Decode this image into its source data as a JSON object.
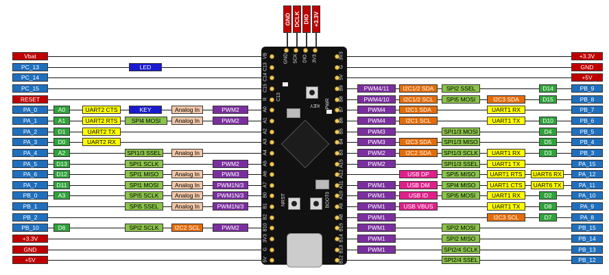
{
  "colors": {
    "red": "#c00000",
    "blue": "#1f6fbd",
    "navy": "#1a1ad0",
    "green": "#2fa23a",
    "yellow": "#ffff00",
    "peach": "#f2c7a8",
    "purple": "#7b2f9e",
    "orange": "#e36c09",
    "magenta": "#e0208a",
    "lime": "#8bc34a"
  },
  "top_header": [
    "GND",
    "DCLK",
    "DIO",
    "+3.3V"
  ],
  "board": {
    "silk_left": [
      "VB",
      "C13",
      "C14",
      "C15",
      "R",
      "A0",
      "A1",
      "A2",
      "A3",
      "A4",
      "A5",
      "A6",
      "A7",
      "B0",
      "B1",
      "B2",
      "B10",
      "3V3",
      "G",
      "5V"
    ],
    "silk_right": [
      "3V3",
      "G",
      "5V",
      "B9",
      "B8",
      "B7",
      "B6",
      "B5",
      "B4",
      "B3",
      "A15",
      "A12",
      "A11",
      "A10",
      "A9",
      "A8",
      "B15",
      "B14",
      "B13",
      "B12"
    ],
    "top_silk": [
      "GND",
      "SCK",
      "DIO",
      "3V3"
    ],
    "key_label": "KEY",
    "nrst_label": "NRST",
    "boot_label": "BOOT0",
    "pwr_label": "PWR",
    "c13_label": "C13"
  },
  "left_rows": [
    [
      [
        "Vbat",
        "red"
      ]
    ],
    [
      [
        "PC_13",
        "blue"
      ],
      [
        "LED",
        "navy"
      ]
    ],
    [
      [
        "PC_14",
        "blue"
      ]
    ],
    [
      [
        "PC_15",
        "blue"
      ]
    ],
    [
      [
        "RESET",
        "red"
      ]
    ],
    [
      [
        "PA_0",
        "blue"
      ],
      [
        "A0",
        "green"
      ],
      [
        "UART2 CTS",
        "yellow"
      ],
      [
        "KEY",
        "navy"
      ],
      [
        "Analog In",
        "peach"
      ],
      [
        "PWM2",
        "purple"
      ]
    ],
    [
      [
        "PA_1",
        "blue"
      ],
      [
        "A1",
        "green"
      ],
      [
        "UART2 RTS",
        "yellow"
      ],
      [
        "SPI4 MOSI",
        "lime"
      ],
      [
        "Analog In",
        "peach"
      ],
      [
        "PWM2",
        "purple"
      ]
    ],
    [
      [
        "PA_2",
        "blue"
      ],
      [
        "D1",
        "green"
      ],
      [
        "UART2 TX",
        "yellow"
      ]
    ],
    [
      [
        "PA_3",
        "blue"
      ],
      [
        "D0",
        "green"
      ],
      [
        "UART2 RX",
        "yellow"
      ]
    ],
    [
      [
        "PA_4",
        "blue"
      ],
      [
        "A2",
        "green"
      ],
      [
        "SPI1/3 SSEL",
        "lime"
      ],
      [
        "Analog In",
        "peach"
      ]
    ],
    [
      [
        "PA_5",
        "blue"
      ],
      [
        "D13",
        "green"
      ],
      [
        "SPI1 SCLK",
        "lime"
      ],
      [
        "PWM2",
        "purple"
      ]
    ],
    [
      [
        "PA_6",
        "blue"
      ],
      [
        "D12",
        "green"
      ],
      [
        "SPI1 MISO",
        "lime"
      ],
      [
        "Analog In",
        "peach"
      ],
      [
        "PWM3",
        "purple"
      ]
    ],
    [
      [
        "PA_7",
        "blue"
      ],
      [
        "D11",
        "green"
      ],
      [
        "SPI1 MOSI",
        "lime"
      ],
      [
        "Analog In",
        "peach"
      ],
      [
        "PWM1N/3",
        "purple"
      ]
    ],
    [
      [
        "PB_0",
        "blue"
      ],
      [
        "A3",
        "green"
      ],
      [
        "SPI5 SCLK",
        "lime"
      ],
      [
        "Analog In",
        "peach"
      ],
      [
        "PWM1N/3",
        "purple"
      ]
    ],
    [
      [
        "PB_1",
        "blue"
      ],
      [
        "SPI5 SSEL",
        "lime"
      ],
      [
        "Analog In",
        "peach"
      ],
      [
        "PWM1N/3",
        "purple"
      ]
    ],
    [
      [
        "PB_2",
        "blue"
      ]
    ],
    [
      [
        "PB_10",
        "blue"
      ],
      [
        "D6",
        "green"
      ],
      [
        "SPI2 SCLK",
        "lime"
      ],
      [
        "I2C2 SCL",
        "orange"
      ],
      [
        "PWM2",
        "purple"
      ]
    ],
    [
      [
        "+3.3V",
        "red"
      ]
    ],
    [
      [
        "GND",
        "red"
      ]
    ],
    [
      [
        "+5V",
        "red"
      ]
    ]
  ],
  "right_rows": [
    [
      [
        "+3.3V",
        "red"
      ]
    ],
    [
      [
        "GND",
        "red"
      ]
    ],
    [
      [
        "+5V",
        "red"
      ]
    ],
    [
      [
        "PB_9",
        "blue"
      ],
      [
        "D14",
        "green"
      ],
      [
        "SPI2 SSEL",
        "lime"
      ],
      [
        "I2C1/2 SDA",
        "orange"
      ],
      [
        "PWM4/11",
        "purple"
      ]
    ],
    [
      [
        "PB_8",
        "blue"
      ],
      [
        "D15",
        "green"
      ],
      [
        "I2C3 SDA",
        "orange"
      ],
      [
        "SPI5 MOSI",
        "lime"
      ],
      [
        "I2C1/2 SCL",
        "orange"
      ],
      [
        "PWM4/10",
        "purple"
      ]
    ],
    [
      [
        "PB_7",
        "blue"
      ],
      [
        "UART1 RX",
        "yellow"
      ],
      [
        "I2C1 SDA",
        "orange"
      ],
      [
        "PWM4",
        "purple"
      ]
    ],
    [
      [
        "PB_6",
        "blue"
      ],
      [
        "D10",
        "green"
      ],
      [
        "UART1 TX",
        "yellow"
      ],
      [
        "I2C1 SCL",
        "orange"
      ],
      [
        "PWM4",
        "purple"
      ]
    ],
    [
      [
        "PB_5",
        "blue"
      ],
      [
        "D4",
        "green"
      ],
      [
        "SPI1/3 MOSI",
        "lime"
      ],
      [
        "PWM3",
        "purple"
      ]
    ],
    [
      [
        "PB_4",
        "blue"
      ],
      [
        "D5",
        "green"
      ],
      [
        "SPI1/3 MISO",
        "lime"
      ],
      [
        "I2C3 SDA",
        "orange"
      ],
      [
        "PWM3",
        "purple"
      ]
    ],
    [
      [
        "PB_3",
        "blue"
      ],
      [
        "D3",
        "green"
      ],
      [
        "UART1 RX",
        "yellow"
      ],
      [
        "SPI1/3 SCLK",
        "lime"
      ],
      [
        "I2C2 SDA",
        "orange"
      ],
      [
        "PWM2",
        "purple"
      ]
    ],
    [
      [
        "PA_15",
        "blue"
      ],
      [
        "UART1 TX",
        "yellow"
      ],
      [
        "SPI1/3 SSEL",
        "lime"
      ],
      [
        "PWM2",
        "purple"
      ]
    ],
    [
      [
        "PA_12",
        "blue"
      ],
      [
        "UART6 RX",
        "yellow"
      ],
      [
        "UART1 RTS",
        "yellow"
      ],
      [
        "SPI5 MISO",
        "lime"
      ],
      [
        "USB DP",
        "magenta"
      ]
    ],
    [
      [
        "PA_11",
        "blue"
      ],
      [
        "UART6 TX",
        "yellow"
      ],
      [
        "UART1 CTS",
        "yellow"
      ],
      [
        "SPI4 MISO",
        "lime"
      ],
      [
        "USB DM",
        "magenta"
      ],
      [
        "PWM1",
        "purple"
      ]
    ],
    [
      [
        "PA_10",
        "blue"
      ],
      [
        "D2",
        "green"
      ],
      [
        "UART1 RX",
        "yellow"
      ],
      [
        "SPI5 MOSI",
        "lime"
      ],
      [
        "USB ID",
        "magenta"
      ],
      [
        "PWM1",
        "purple"
      ]
    ],
    [
      [
        "PA_9",
        "blue"
      ],
      [
        "D8",
        "green"
      ],
      [
        "UART1 TX",
        "yellow"
      ],
      [
        "USB VBUS",
        "magenta"
      ],
      [
        "PWM1",
        "purple"
      ]
    ],
    [
      [
        "PA_8",
        "blue"
      ],
      [
        "D7",
        "green"
      ],
      [
        "I2C3 SCL",
        "orange"
      ],
      [
        "PWM1",
        "purple"
      ]
    ],
    [
      [
        "PB_15",
        "blue"
      ],
      [
        "SPI2 MOSI",
        "lime"
      ],
      [
        "PWM1",
        "purple"
      ]
    ],
    [
      [
        "PB_14",
        "blue"
      ],
      [
        "SPI2 MISO",
        "lime"
      ],
      [
        "PWM1",
        "purple"
      ]
    ],
    [
      [
        "PB_13",
        "blue"
      ],
      [
        "SPI2/4 SCLK",
        "lime"
      ],
      [
        "PWM1",
        "purple"
      ]
    ],
    [
      [
        "PB_12",
        "blue"
      ],
      [
        "SPI2/4 SSEL",
        "lime"
      ]
    ]
  ]
}
